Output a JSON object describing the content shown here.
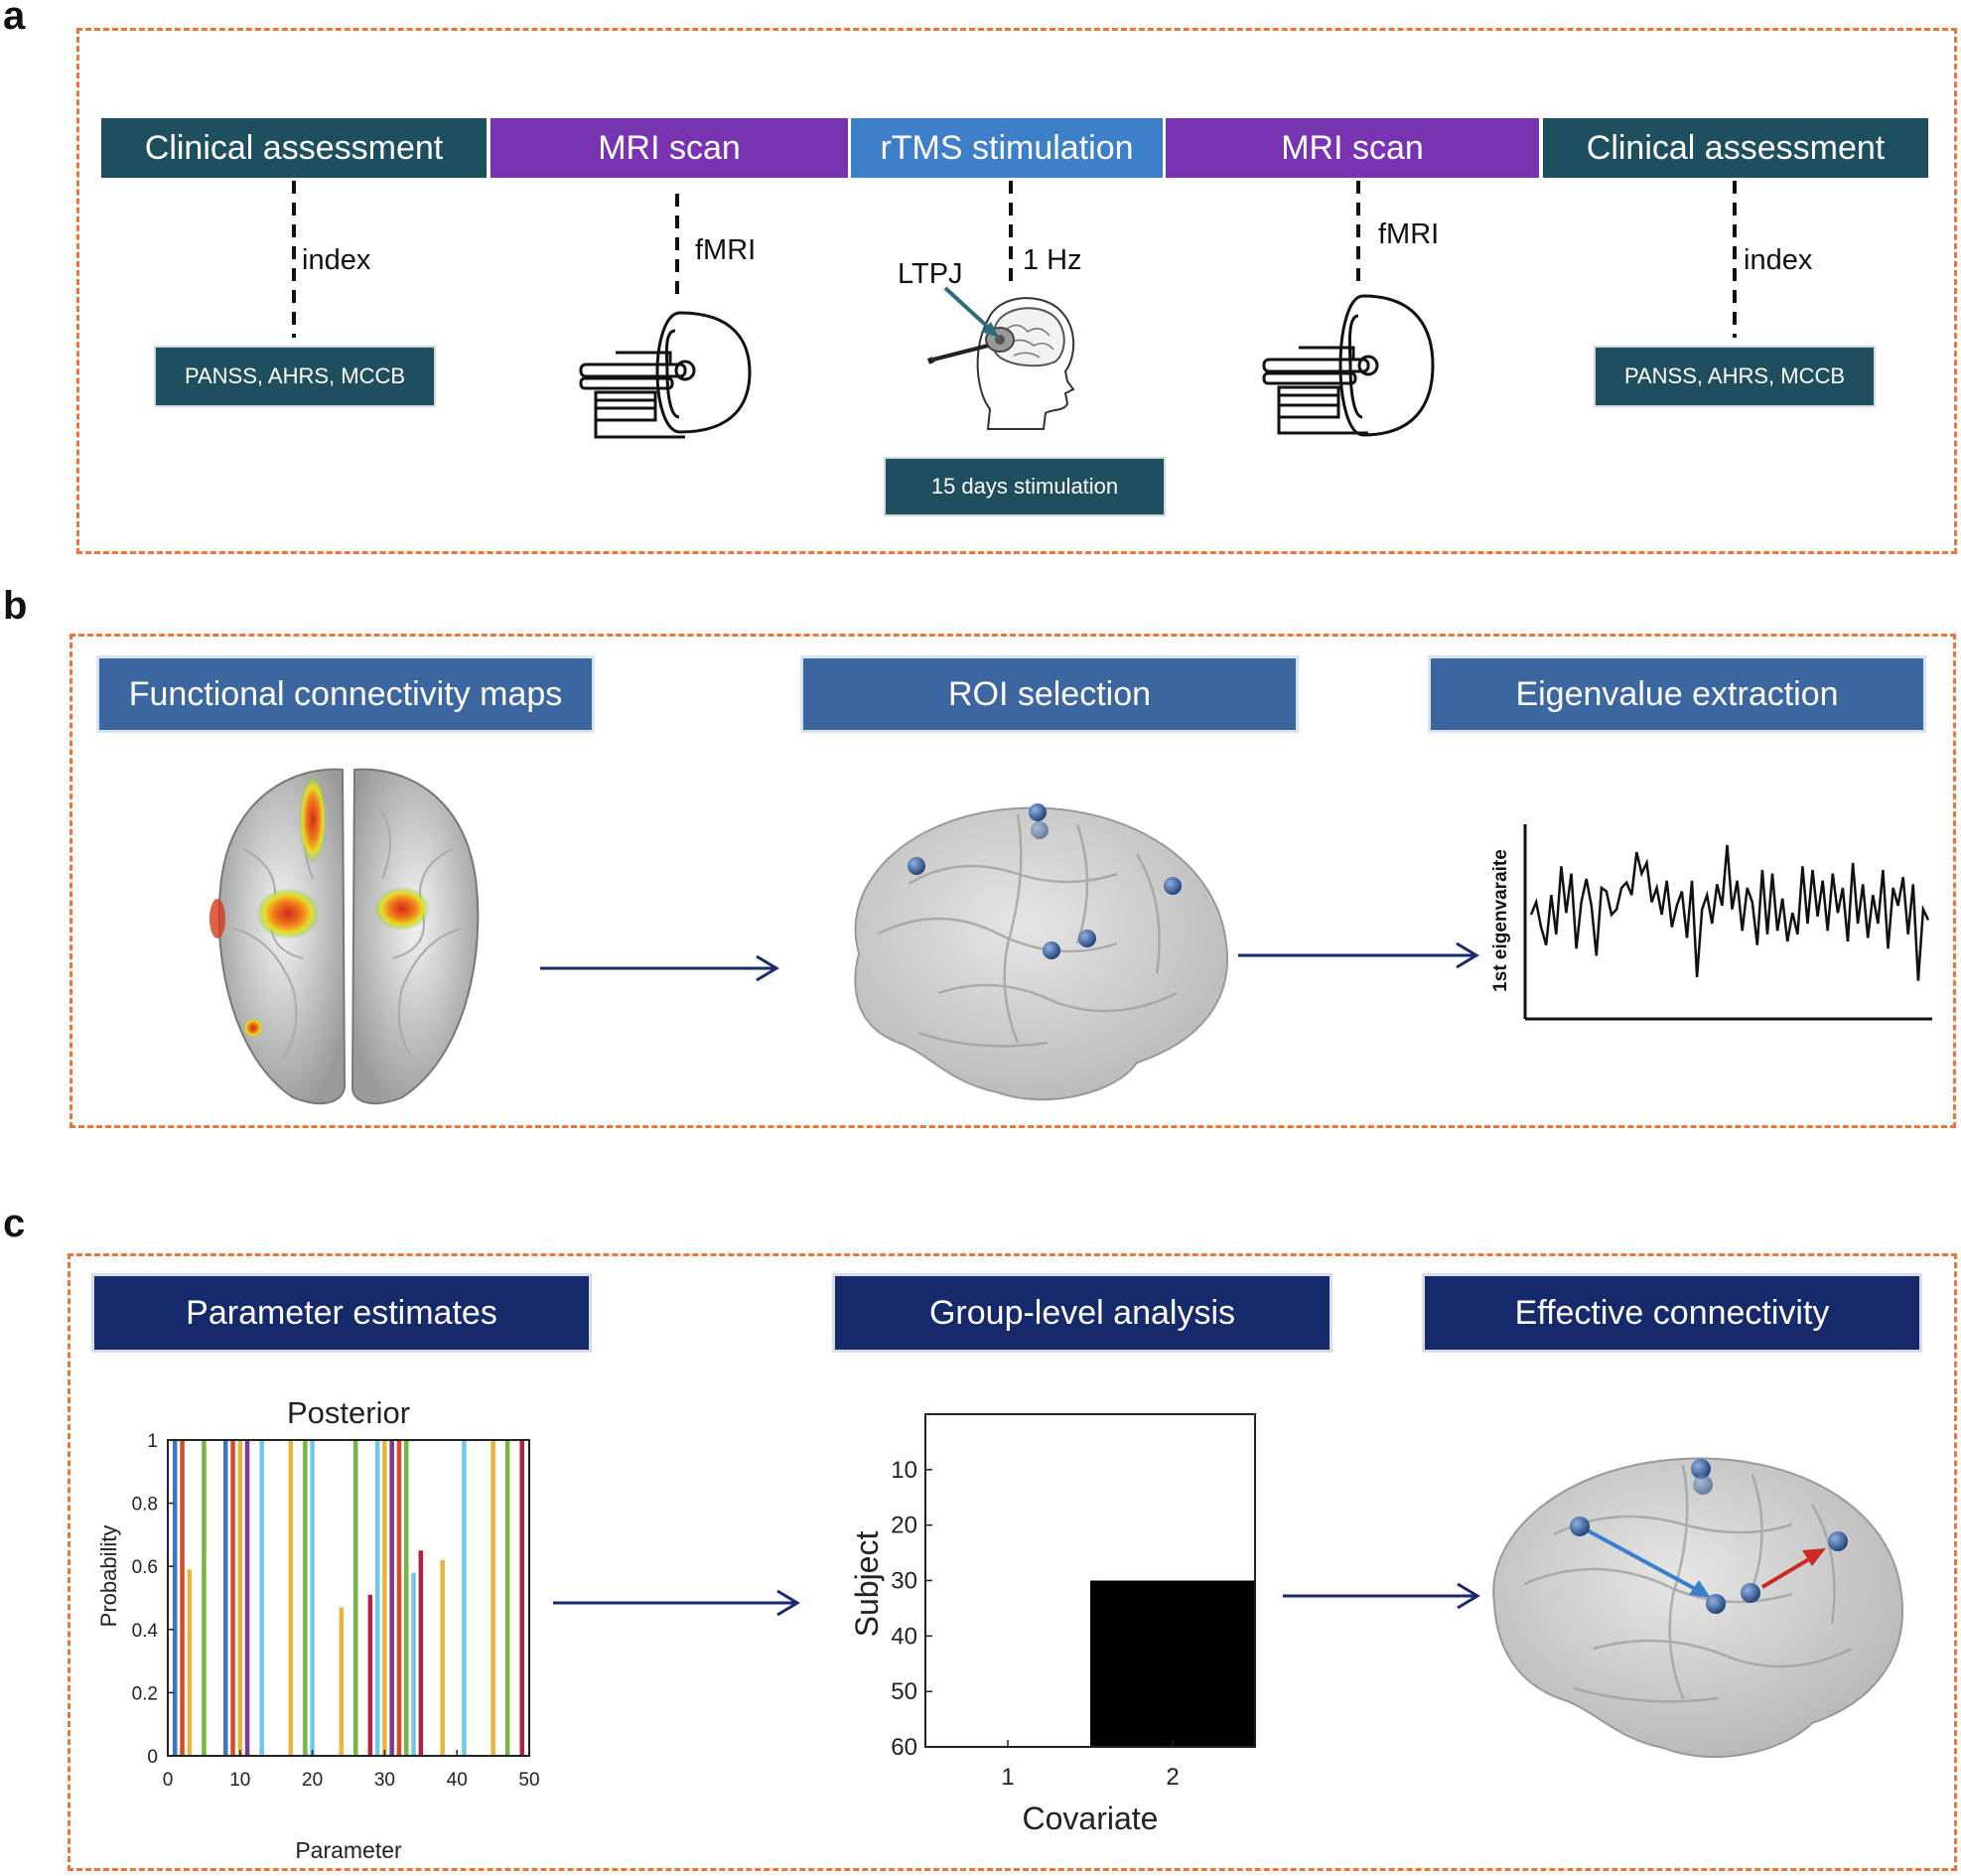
{
  "panels": {
    "a": {
      "letter": "a",
      "phases": [
        "Clinical assessment",
        "MRI scan",
        "rTMS stimulation",
        "MRI scan",
        "Clinical assessment"
      ],
      "labels": {
        "index_left": "index",
        "fmri_left": "fMRI",
        "hz": "1 Hz",
        "ltpj": "LTPJ",
        "fmri_right": "fMRI",
        "index_right": "index"
      },
      "boxes": {
        "left": "PANSS, AHRS, MCCB",
        "middle": "15 days  stimulation",
        "right": "PANSS, AHRS, MCCB"
      }
    },
    "b": {
      "letter": "b",
      "headers": [
        "Functional connectivity maps",
        "ROI selection",
        "Eigenvalue extraction"
      ],
      "ylabel": "1st eigenvaraite"
    },
    "c": {
      "letter": "c",
      "headers": [
        "Parameter estimates",
        "Group-level analysis",
        "Effective connectivity"
      ]
    }
  },
  "colors": {
    "frame": "#e9773b",
    "teal": "#1e4f5f",
    "purple": "#7733b0",
    "light_blue": "#3d80c9",
    "navy": "#162a6b"
  },
  "chart_data": [
    {
      "type": "line",
      "ylabel": "1st eigenvaraite",
      "y": [
        0.55,
        0.62,
        0.48,
        0.38,
        0.66,
        0.44,
        0.82,
        0.56,
        0.78,
        0.36,
        0.62,
        0.75,
        0.6,
        0.32,
        0.7,
        0.68,
        0.55,
        0.58,
        0.7,
        0.73,
        0.66,
        0.9,
        0.78,
        0.84,
        0.62,
        0.7,
        0.55,
        0.74,
        0.48,
        0.6,
        0.68,
        0.42,
        0.74,
        0.2,
        0.58,
        0.66,
        0.5,
        0.72,
        0.6,
        0.94,
        0.58,
        0.74,
        0.46,
        0.7,
        0.62,
        0.38,
        0.8,
        0.44,
        0.78,
        0.46,
        0.64,
        0.4,
        0.56,
        0.44,
        0.82,
        0.5,
        0.8,
        0.54,
        0.74,
        0.46,
        0.78,
        0.56,
        0.7,
        0.4,
        0.84,
        0.5,
        0.72,
        0.42,
        0.66,
        0.5,
        0.8,
        0.36,
        0.7,
        0.6,
        0.76,
        0.44,
        0.72,
        0.18,
        0.58,
        0.52
      ]
    },
    {
      "type": "bar",
      "title": "Posterior",
      "xlabel": "Parameter",
      "ylabel": "Probability",
      "xlim": [
        0,
        50
      ],
      "ylim": [
        0,
        1
      ],
      "xticks": [
        0,
        10,
        20,
        30,
        40,
        50
      ],
      "yticks": [
        0,
        0.2,
        0.4,
        0.6,
        0.8,
        1
      ],
      "bars": [
        {
          "x": 1,
          "value": 1,
          "color": "#3a78c3"
        },
        {
          "x": 2,
          "value": 1,
          "color": "#d64b27"
        },
        {
          "x": 3,
          "value": 0.59,
          "color": "#e8b43a"
        },
        {
          "x": 5,
          "value": 1,
          "color": "#76b541"
        },
        {
          "x": 8,
          "value": 1,
          "color": "#3a78c3"
        },
        {
          "x": 9,
          "value": 1,
          "color": "#d64b27"
        },
        {
          "x": 10,
          "value": 1,
          "color": "#e8b43a"
        },
        {
          "x": 11,
          "value": 1,
          "color": "#7c3a96"
        },
        {
          "x": 13,
          "value": 1,
          "color": "#6ec9e8"
        },
        {
          "x": 17,
          "value": 1,
          "color": "#e8b43a"
        },
        {
          "x": 19,
          "value": 1,
          "color": "#76b541"
        },
        {
          "x": 20,
          "value": 1,
          "color": "#6ec9e8"
        },
        {
          "x": 24,
          "value": 0.47,
          "color": "#e8b43a"
        },
        {
          "x": 26,
          "value": 1,
          "color": "#76b541"
        },
        {
          "x": 28,
          "value": 0.51,
          "color": "#b0233f"
        },
        {
          "x": 29,
          "value": 1,
          "color": "#6ec9e8"
        },
        {
          "x": 30,
          "value": 1,
          "color": "#e8b43a"
        },
        {
          "x": 31,
          "value": 1,
          "color": "#7c3a96"
        },
        {
          "x": 32,
          "value": 1,
          "color": "#d64b27"
        },
        {
          "x": 33,
          "value": 1,
          "color": "#76b541"
        },
        {
          "x": 34,
          "value": 0.58,
          "color": "#6ec9e8"
        },
        {
          "x": 35,
          "value": 0.65,
          "color": "#b0233f"
        },
        {
          "x": 38,
          "value": 0.62,
          "color": "#e8b43a"
        },
        {
          "x": 41,
          "value": 1,
          "color": "#6ec9e8"
        },
        {
          "x": 45,
          "value": 1,
          "color": "#e8b43a"
        },
        {
          "x": 47,
          "value": 1,
          "color": "#76b541"
        },
        {
          "x": 49,
          "value": 1,
          "color": "#b0233f"
        }
      ]
    },
    {
      "type": "heatmap",
      "xlabel": "Covariate",
      "ylabel": "Subject",
      "xticks": [
        "1",
        "2"
      ],
      "yticks": [
        10,
        20,
        30,
        40,
        50,
        60
      ],
      "ylim": [
        0,
        60
      ],
      "cells": [
        {
          "column": 1,
          "from_subject": 0,
          "to_subject": 60,
          "value": 0
        },
        {
          "column": 2,
          "from_subject": 0,
          "to_subject": 30,
          "value": 0
        },
        {
          "column": 2,
          "from_subject": 30,
          "to_subject": 60,
          "value": 1
        }
      ]
    }
  ]
}
